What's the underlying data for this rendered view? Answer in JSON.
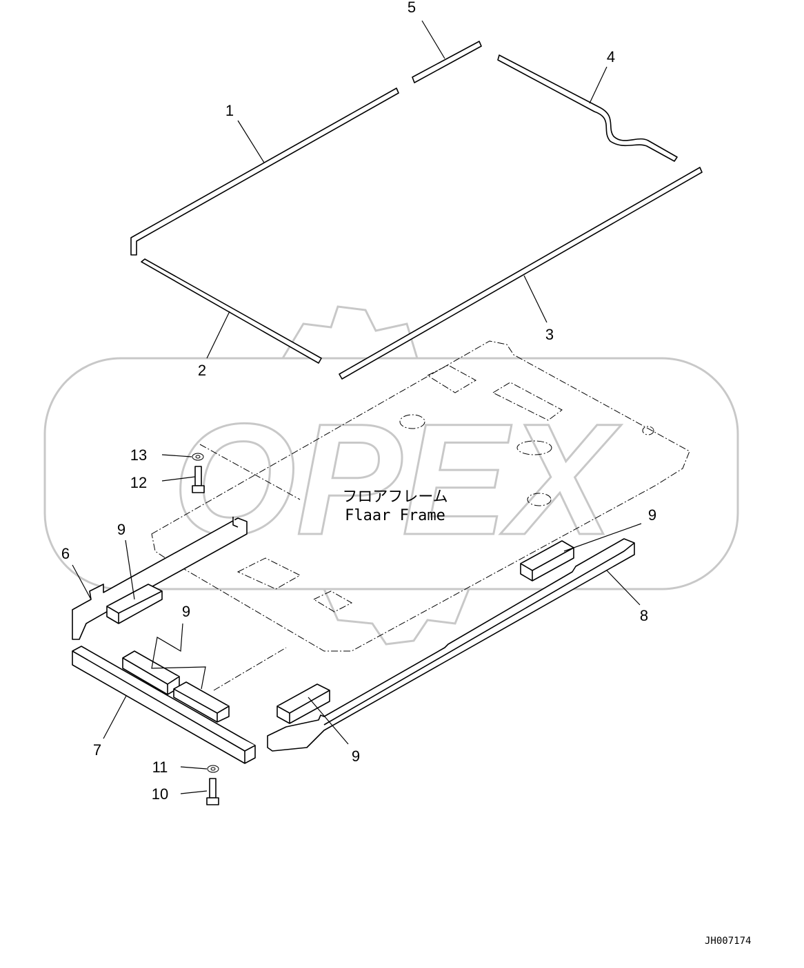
{
  "diagram": {
    "caption_ja": "フロアフレーム",
    "caption_en": "Flaar Frame",
    "document_id": "JH007174",
    "watermark": "OPEX",
    "callouts": {
      "c1": "1",
      "c2": "2",
      "c3": "3",
      "c4": "4",
      "c5": "5",
      "c6": "6",
      "c7": "7",
      "c8": "8",
      "c9a": "9",
      "c9b": "9",
      "c9c": "9",
      "c9d": "9",
      "c10": "10",
      "c11": "11",
      "c12": "12",
      "c13": "13"
    }
  }
}
